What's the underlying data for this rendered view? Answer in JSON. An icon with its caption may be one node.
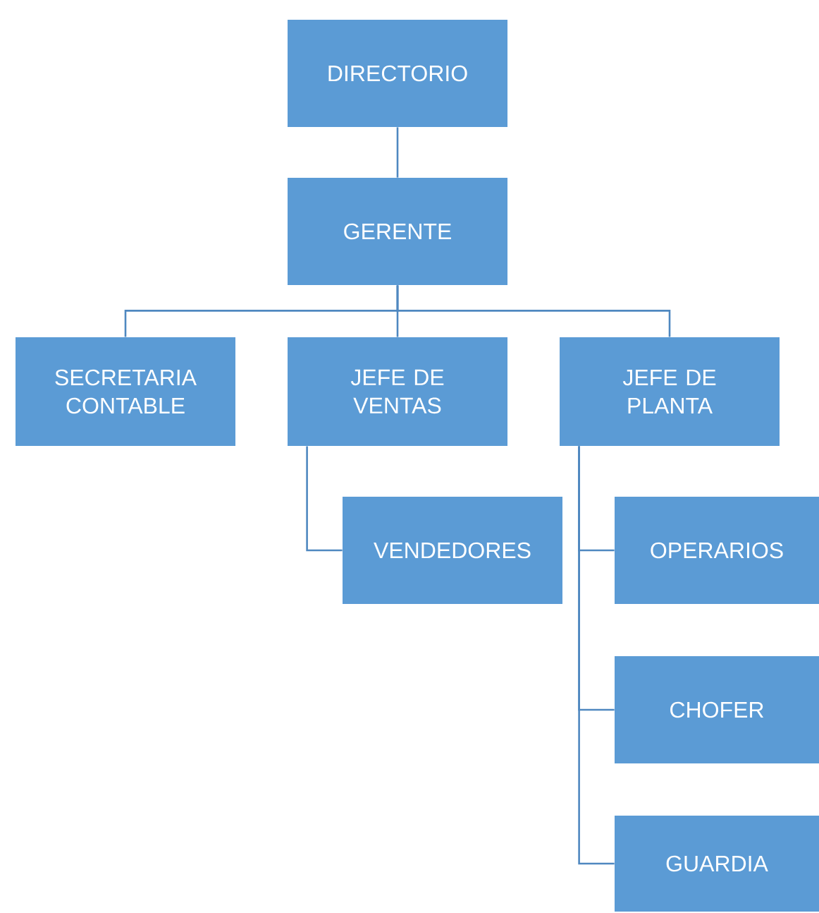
{
  "diagram": {
    "nodes": [
      {
        "text": [
          "DIRECTORIO"
        ]
      },
      {
        "text": [
          "GERENTE"
        ]
      },
      {
        "text": [
          "SECRETARIA CONTABLE"
        ]
      },
      {
        "text": [
          "JEFE DE VENTAS"
        ]
      },
      {
        "text": [
          "JEFE DE PLANTA"
        ]
      },
      {
        "text": [
          "VENDEDORES"
        ]
      },
      {
        "text": [
          "OPERARIOS"
        ]
      },
      {
        "text": [
          "CHOFER"
        ]
      },
      {
        "text": [
          "GUARDIA"
        ]
      }
    ],
    "edges": [
      {
        "from": 0,
        "to": 1,
        "arrow": "none"
      },
      {
        "from": 1,
        "to": 2,
        "arrow": "none"
      },
      {
        "from": 1,
        "to": 3,
        "arrow": "none"
      },
      {
        "from": 1,
        "to": 4,
        "arrow": "none"
      },
      {
        "from": 3,
        "to": 5,
        "arrow": "none"
      },
      {
        "from": 4,
        "to": 6,
        "arrow": "none"
      },
      {
        "from": 4,
        "to": 7,
        "arrow": "none"
      },
      {
        "from": 4,
        "to": 8,
        "arrow": "none"
      }
    ]
  }
}
